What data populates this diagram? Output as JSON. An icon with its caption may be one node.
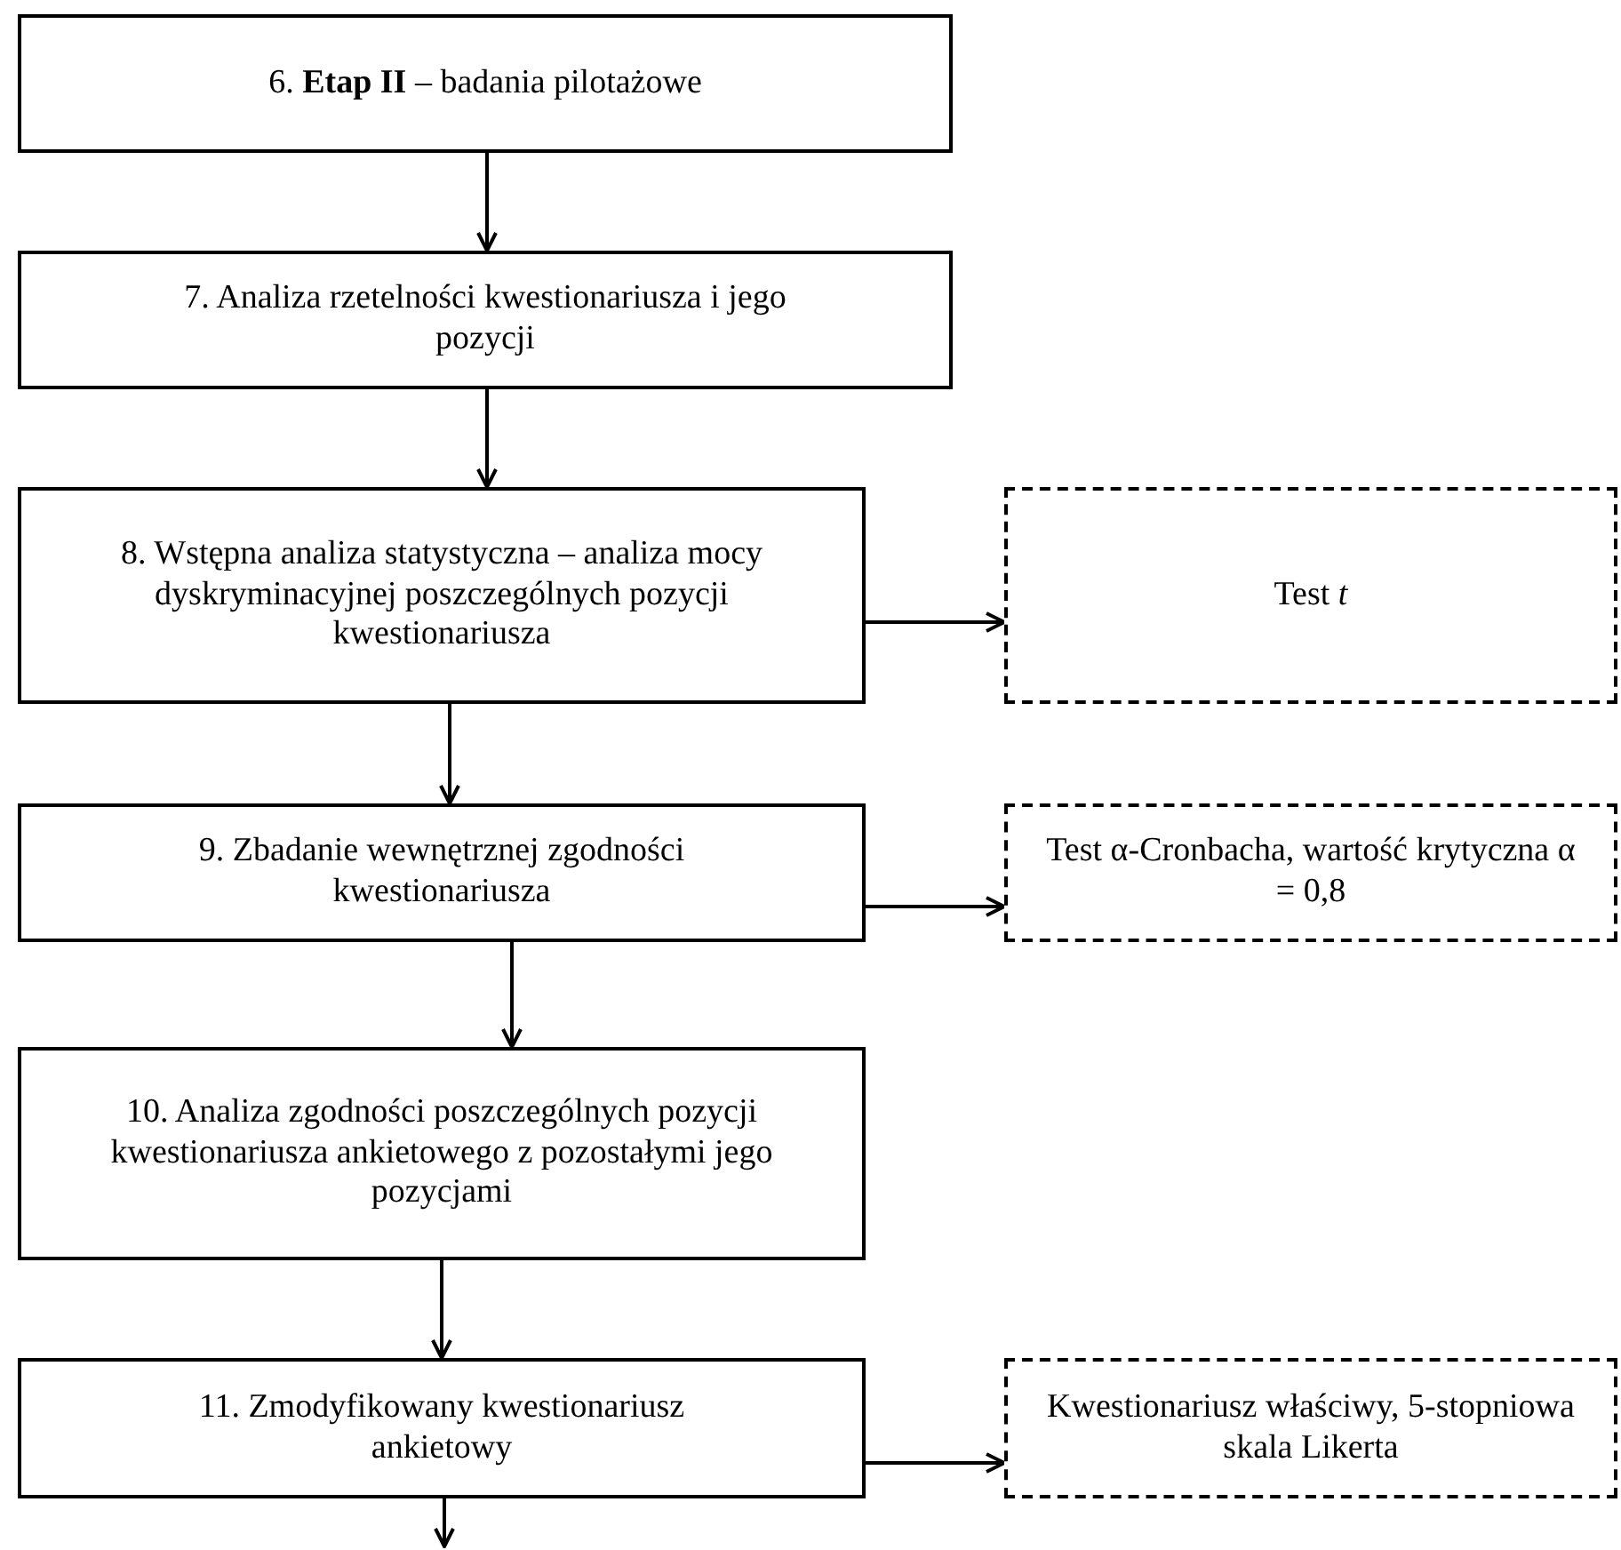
{
  "diagram": {
    "nodes": [
      {
        "text": [
          "6. **Etap II** – badania pilotażowe"
        ]
      },
      {
        "text": [
          "7. Analiza rzetelności kwestionariusza i jego pozycji"
        ]
      },
      {
        "text": [
          "8. Wstępna analiza statystyczna – analiza mocy dyskryminacyjnej poszczególnych pozycji kwestionariusza"
        ]
      },
      {
        "text": [
          "Test *t*"
        ]
      },
      {
        "text": [
          "9. Zbadanie wewnętrznej zgodności kwestionariusza"
        ]
      },
      {
        "text": [
          "Test α-Cronbacha, wartość krytyczna α = 0,8"
        ]
      },
      {
        "text": [
          "10. Analiza zgodności poszczególnych pozycji kwestionariusza ankietowego z pozostałymi jego pozycjami"
        ]
      },
      {
        "text": [
          "11. Zmodyfikowany kwestionariusz ankietowy"
        ]
      },
      {
        "text": [
          "Kwestionariusz właściwy, 5-stopniowa skala Likerta"
        ]
      }
    ],
    "edges": [
      {
        "from": 0,
        "to": 1,
        "arrow": "to"
      },
      {
        "from": 1,
        "to": 2,
        "arrow": "to"
      },
      {
        "from": 2,
        "to": 3,
        "arrow": "to"
      },
      {
        "from": 2,
        "to": 4,
        "arrow": "to"
      },
      {
        "from": 4,
        "to": 5,
        "arrow": "to"
      },
      {
        "from": 4,
        "to": 6,
        "arrow": "to"
      },
      {
        "from": 6,
        "to": 7,
        "arrow": "to"
      },
      {
        "from": 7,
        "to": 8,
        "arrow": "to"
      },
      {
        "from": 7,
        "to": null,
        "arrow": "to"
      }
    ]
  }
}
